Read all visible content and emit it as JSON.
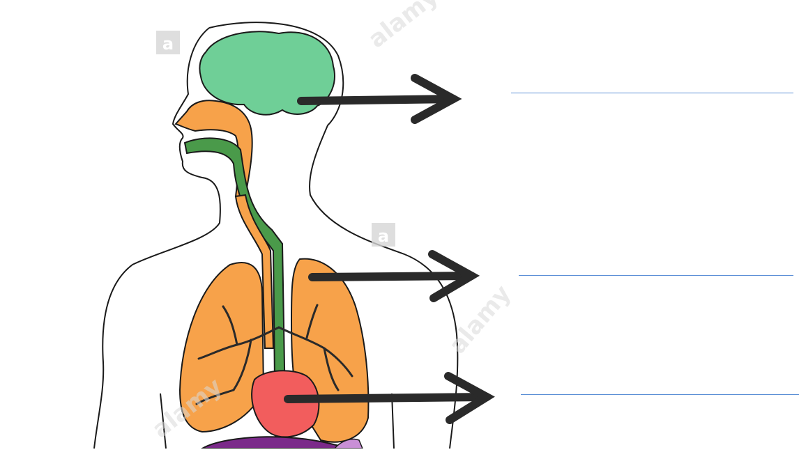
{
  "diagram": {
    "organs": [
      {
        "name": "brain",
        "color": "#6fcf97"
      },
      {
        "name": "nasal-passage",
        "color": "#f7a24a"
      },
      {
        "name": "trachea",
        "color": "#4a9a4a"
      },
      {
        "name": "esophagus",
        "color": "#f7a24a"
      },
      {
        "name": "lungs",
        "color": "#f7a24a"
      },
      {
        "name": "heart",
        "color": "#f25d5d"
      },
      {
        "name": "stomach",
        "color": "#7b2a8a"
      }
    ],
    "arrow_color": "#2a2a2a",
    "answer_line_color": "#5b8fd6",
    "answer_lines": [
      "",
      "",
      ""
    ]
  },
  "watermark": {
    "badge_letter": "a",
    "text": "alamy"
  }
}
